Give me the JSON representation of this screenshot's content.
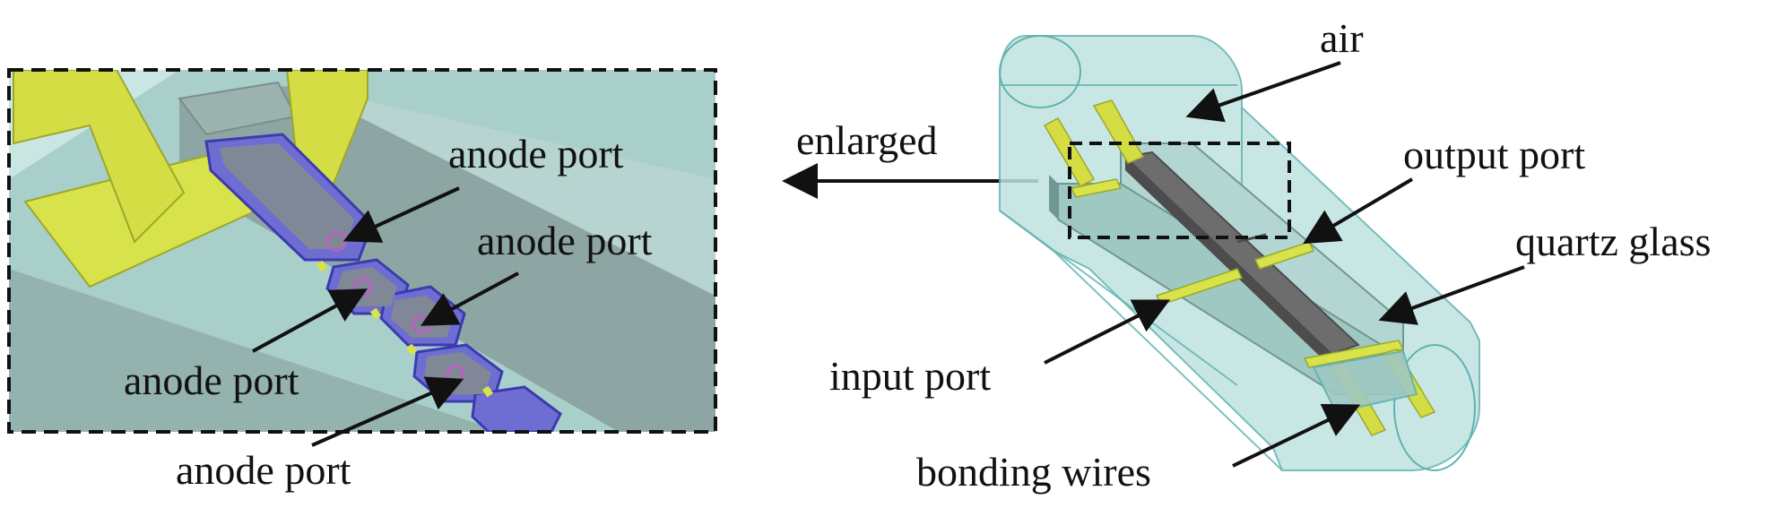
{
  "labels": {
    "enlarged": "enlarged",
    "air": "air",
    "output_port": "output port",
    "quartz_glass": "quartz glass",
    "input_port": "input port",
    "bonding_wires": "bonding wires",
    "anode_port_1": "anode port",
    "anode_port_2": "anode port",
    "anode_port_3": "anode port",
    "anode_port_4": "anode port"
  },
  "colors": {
    "air_box": "#bfe3e0",
    "air_box_stroke": "#5fb2b0",
    "quartz": "#9fc8c3",
    "quartz_dark": "#6f9893",
    "metal": "#d8e24a",
    "metal_dark": "#9ca82a",
    "diode": "#6d6d6d",
    "diode_dark": "#4c4c4c",
    "anode_pad": "#6e6ed2",
    "anode_ring": "#3b3bb0",
    "arrow": "#111111",
    "dashed_frame": "#111111"
  }
}
